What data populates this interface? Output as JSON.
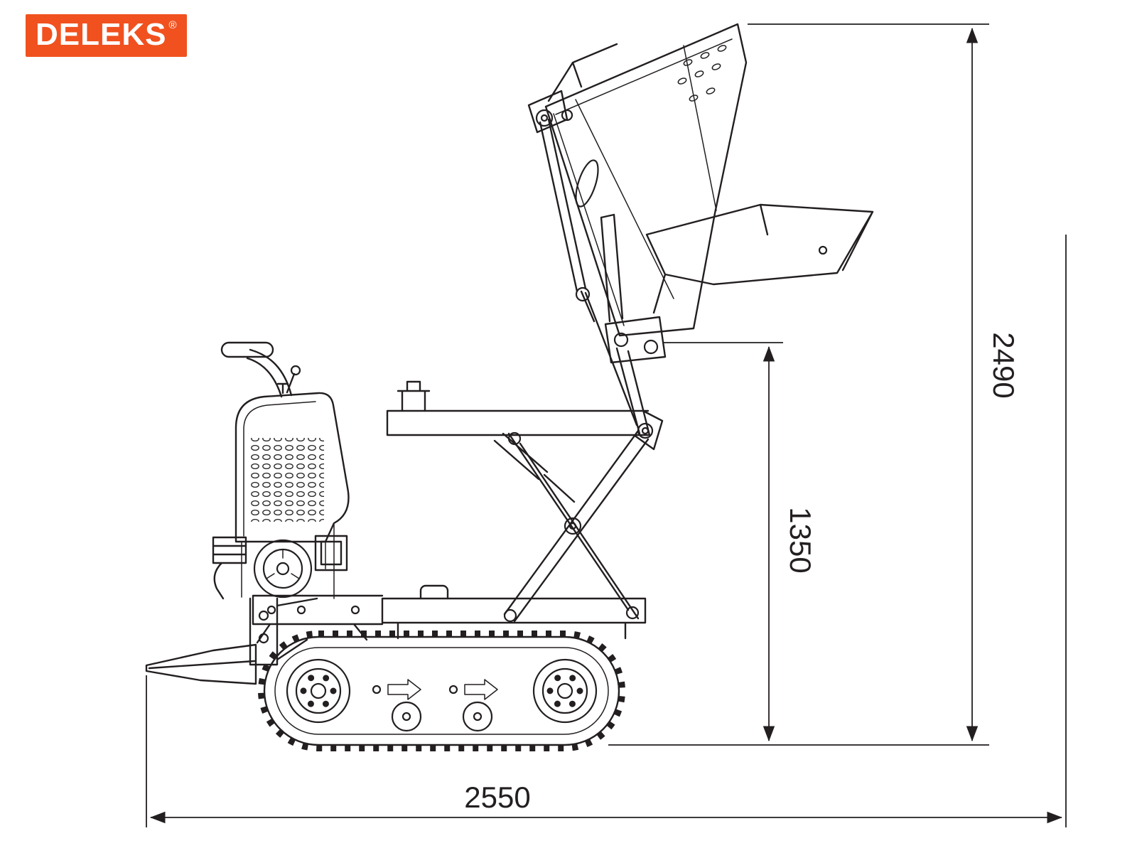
{
  "logo": {
    "brand": "DELEKS",
    "registered_mark": "®",
    "background_color": "#F0511E",
    "text_color": "#FFFFFF"
  },
  "drawing": {
    "subject": "Tracked mini dumper, side view, high-tip bucket raised",
    "stroke_color": "#231F20",
    "background_color": "#FFFFFF",
    "dimensions": {
      "overall_height": {
        "value": "2490",
        "orientation": "vertical"
      },
      "tipping_height": {
        "value": "1350",
        "orientation": "vertical"
      },
      "overall_length": {
        "value": "2550",
        "orientation": "horizontal"
      }
    }
  }
}
